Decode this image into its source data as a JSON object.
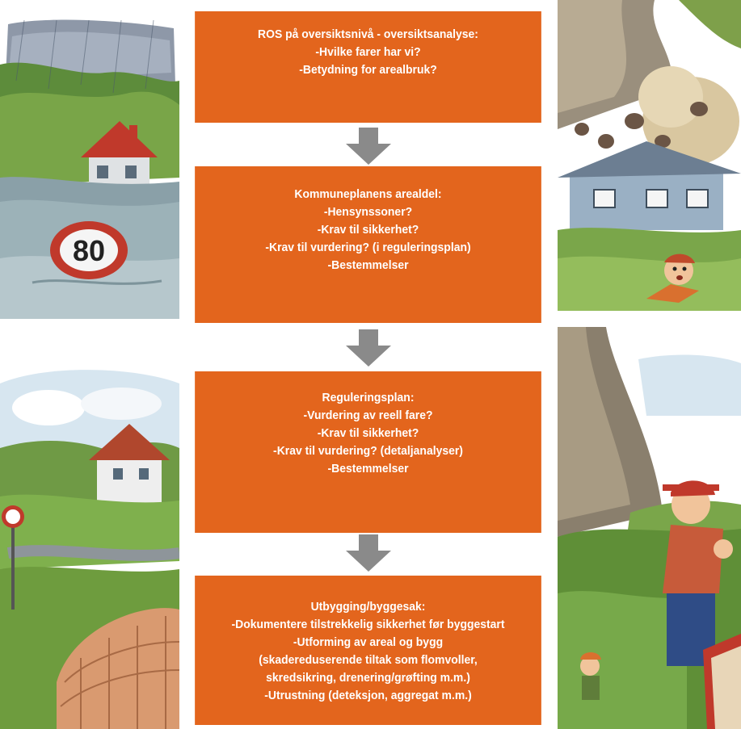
{
  "steps": [
    {
      "title": "ROS på oversiktsnivå - oversiktsanalyse:",
      "lines": [
        "-Hvilke farer har vi?",
        "-Betydning for arealbruk?"
      ]
    },
    {
      "title": "Kommuneplanens arealdel:",
      "lines": [
        "-Hensynssoner?",
        "-Krav til sikkerhet?",
        "-Krav til vurdering? (i reguleringsplan)",
        "-Bestemmelser"
      ]
    },
    {
      "title": "Reguleringsplan:",
      "lines": [
        "-Vurdering av reell fare?",
        "-Krav til sikkerhet?",
        "-Krav til vurdering? (detaljanalyser)",
        "-Bestemmelser"
      ]
    },
    {
      "title": "Utbygging/byggesak:",
      "lines": [
        "-Dokumentere tilstrekkelig sikkerhet før byggestart",
        "-Utforming av areal og bygg",
        "(skadereduserende tiltak som flomvoller,",
        "skredsikring, drenering/grøfting m.m.)",
        "-Utrustning (deteksjon, aggregat m.m.)"
      ]
    }
  ],
  "illustrations": {
    "flood_sign_text": "80"
  },
  "colors": {
    "box_fill": "#e3651d",
    "box_text": "#ffffff",
    "arrow": "#8a8a8a"
  }
}
